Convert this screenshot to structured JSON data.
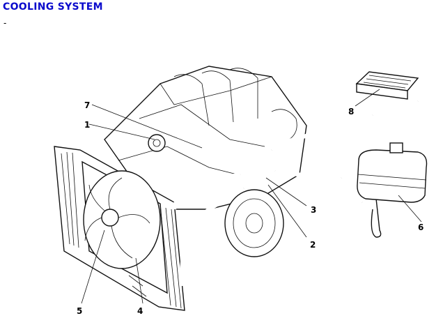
{
  "page": {
    "title": "COOLING SYSTEM",
    "subtitle": "-"
  },
  "diagram": {
    "callouts": [
      "1",
      "2",
      "3",
      "4",
      "5",
      "6",
      "7",
      "8"
    ]
  }
}
